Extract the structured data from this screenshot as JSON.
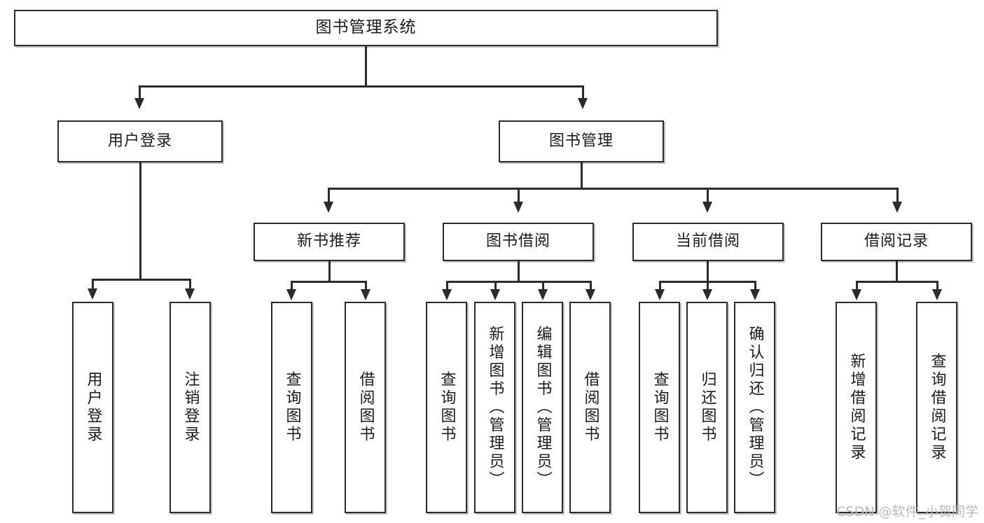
{
  "diagram": {
    "type": "tree-hierarchy",
    "title": "图书管理系统",
    "orientation": "top-down",
    "colors": {
      "box_border": "#2b2b2b",
      "box_fill": "#ffffff",
      "connector": "#2b2b2b",
      "text": "#1c1c1c",
      "watermark": "#b9b9b9"
    }
  },
  "root": {
    "label": "图书管理系统"
  },
  "level2": [
    {
      "label": "用户登录"
    },
    {
      "label": "图书管理"
    }
  ],
  "level3": [
    {
      "label": "新书推荐"
    },
    {
      "label": "图书借阅"
    },
    {
      "label": "当前借阅"
    },
    {
      "label": "借阅记录"
    }
  ],
  "leaves": {
    "user_login": [
      {
        "label": "用户登录"
      },
      {
        "label": "注销登录"
      }
    ],
    "new_book": [
      {
        "label": "查询图书"
      },
      {
        "label": "借阅图书"
      }
    ],
    "book_borrow": [
      {
        "label": "查询图书"
      },
      {
        "label": "新增图书（管理员）"
      },
      {
        "label": "编辑图书（管理员）"
      },
      {
        "label": "借阅图书"
      }
    ],
    "current_borrow": [
      {
        "label": "查询图书"
      },
      {
        "label": "归还图书"
      },
      {
        "label": "确认归还（管理员）"
      }
    ],
    "borrow_record": [
      {
        "label": "新增借阅记录"
      },
      {
        "label": "查询借阅记录"
      }
    ]
  },
  "watermark": {
    "text": "CSDN @软件_小贺同学"
  }
}
